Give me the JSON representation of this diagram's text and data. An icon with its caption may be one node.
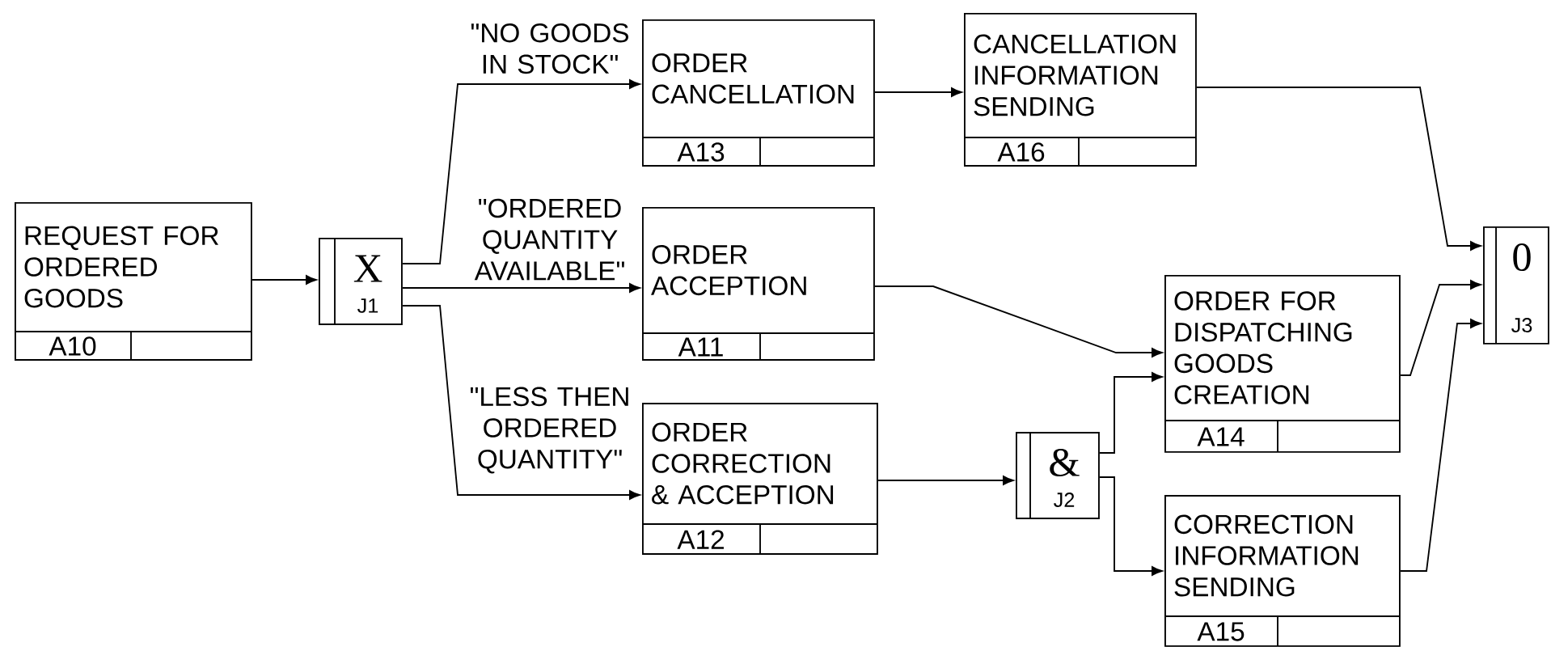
{
  "diagram": {
    "nodes": [
      {
        "text": [
          "REQUEST FOR ORDERED GOODS",
          "A10"
        ]
      },
      {
        "text": [
          "X",
          "J1"
        ]
      },
      {
        "text": [
          "ORDER CANCELLATION",
          "A13"
        ]
      },
      {
        "text": [
          "CANCELLATION INFORMATION SENDING",
          "A16"
        ]
      },
      {
        "text": [
          "ORDER ACCEPTION",
          "A11"
        ]
      },
      {
        "text": [
          "ORDER CORRECTION & ACCEPTION",
          "A12"
        ]
      },
      {
        "text": [
          "&",
          "J2"
        ]
      },
      {
        "text": [
          "ORDER FOR DISPATCHING GOODS CREATION",
          "A14"
        ]
      },
      {
        "text": [
          "CORRECTION INFORMATION SENDING",
          "A15"
        ]
      },
      {
        "text": [
          "0",
          "J3"
        ]
      }
    ],
    "edges": [
      {
        "from": 0,
        "to": 1,
        "arrow": "to"
      },
      {
        "from": 1,
        "to": 2,
        "arrow": "to",
        "label": "\"NO GOODS IN STOCK\""
      },
      {
        "from": 1,
        "to": 4,
        "arrow": "to",
        "label": "\"ORDERED QUANTITY AVAILABLE\""
      },
      {
        "from": 1,
        "to": 5,
        "arrow": "to",
        "label": "\"LESS THEN ORDERED QUANTITY\""
      },
      {
        "from": 2,
        "to": 3,
        "arrow": "to"
      },
      {
        "from": 4,
        "to": 7,
        "arrow": "to"
      },
      {
        "from": 5,
        "to": 6,
        "arrow": "to"
      },
      {
        "from": 6,
        "to": 7,
        "arrow": "to"
      },
      {
        "from": 6,
        "to": 8,
        "arrow": "to"
      },
      {
        "from": 3,
        "to": 9,
        "arrow": "to"
      },
      {
        "from": 7,
        "to": 9,
        "arrow": "to"
      },
      {
        "from": 8,
        "to": 9,
        "arrow": "to"
      }
    ]
  }
}
